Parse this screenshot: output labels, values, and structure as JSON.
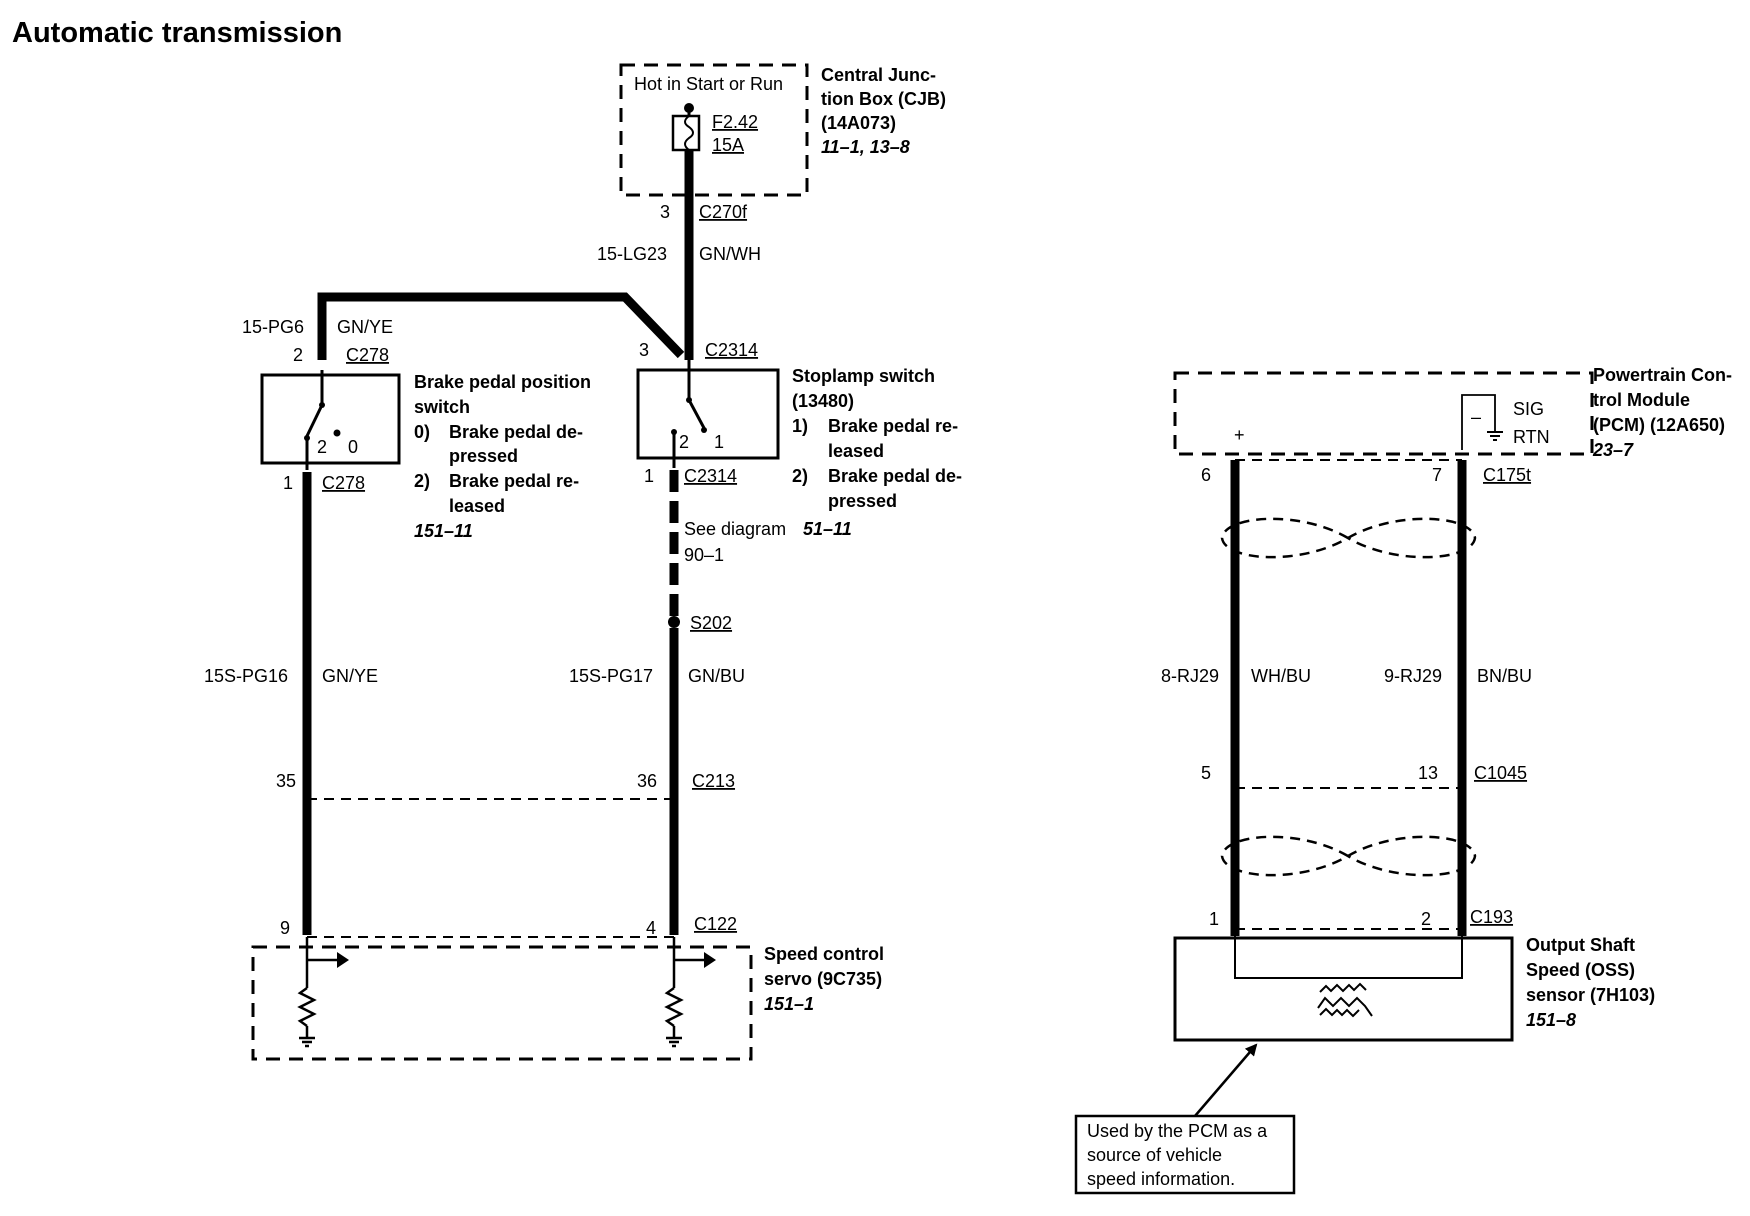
{
  "title": "Automatic transmission",
  "cjb": {
    "hot_label": "Hot in Start or Run",
    "fuse_id": "F2.42",
    "fuse_rating": "15A",
    "name_l1": "Central Junc-",
    "name_l2": "tion Box (CJB)",
    "name_l3": "(14A073)",
    "ref": "11–1, 13–8",
    "pin": "3",
    "connector": "C270f"
  },
  "feed_wire": {
    "circuit": "15-LG23",
    "color": "GN/WH"
  },
  "bpp_feed_wire": {
    "circuit": "15-PG6",
    "color": "GN/YE"
  },
  "bpp_switch": {
    "pin_top": "2",
    "connector_top": "C278",
    "pin_bottom": "1",
    "connector_bottom": "C278",
    "pos_a": "2",
    "pos_b": "0",
    "name_l1": "Brake pedal position",
    "name_l2": "switch",
    "state0_num": "0)",
    "state0_l1": "Brake pedal de-",
    "state0_l2": "pressed",
    "state2_num": "2)",
    "state2_l1": "Brake pedal re-",
    "state2_l2": "leased",
    "ref": "151–11"
  },
  "stoplamp_switch": {
    "pin_top": "3",
    "connector_top": "C2314",
    "pin_bottom": "1",
    "connector_bottom": "C2314",
    "pos_a": "2",
    "pos_b": "1",
    "name_l1": "Stoplamp switch",
    "name_l2": "(13480)",
    "state1_num": "1)",
    "state1_l1": "Brake pedal re-",
    "state1_l2": "leased",
    "state2_num": "2)",
    "state2_l1": "Brake pedal de-",
    "state2_l2": "pressed",
    "ref": "51–11"
  },
  "see_diagram": {
    "text": "See diagram",
    "ref": "90–1"
  },
  "splice": "S202",
  "wire_left": {
    "circuit": "15S-PG16",
    "color": "GN/YE"
  },
  "wire_mid": {
    "circuit": "15S-PG17",
    "color": "GN/BU"
  },
  "c213": {
    "pin_left": "35",
    "pin_right": "36",
    "connector": "C213"
  },
  "c122": {
    "pin_left": "9",
    "pin_right": "4",
    "connector": "C122"
  },
  "servo": {
    "name_l1": "Speed control",
    "name_l2": "servo (9C735)",
    "ref": "151–1"
  },
  "pcm": {
    "name_l1": "Powertrain Con-",
    "name_l2": "trol Module",
    "name_l3": "(PCM) (12A650)",
    "ref": "23–7",
    "plus": "+",
    "minus": "–",
    "sig": "SIG",
    "rtn": "RTN",
    "pin_left": "6",
    "pin_right": "7",
    "connector": "C175t"
  },
  "oss_wire_left": {
    "circuit": "8-RJ29",
    "color": "WH/BU"
  },
  "oss_wire_right": {
    "circuit": "9-RJ29",
    "color": "BN/BU"
  },
  "c1045": {
    "pin_left": "5",
    "pin_right": "13",
    "connector": "C1045"
  },
  "c193": {
    "pin_left": "1",
    "pin_right": "2",
    "connector": "C193"
  },
  "oss_sensor": {
    "name_l1": "Output Shaft",
    "name_l2": "Speed (OSS)",
    "name_l3": "sensor (7H103)",
    "ref": "151–8"
  },
  "note": {
    "l1": "Used by the PCM as a",
    "l2": "source of vehicle",
    "l3": "speed information."
  }
}
